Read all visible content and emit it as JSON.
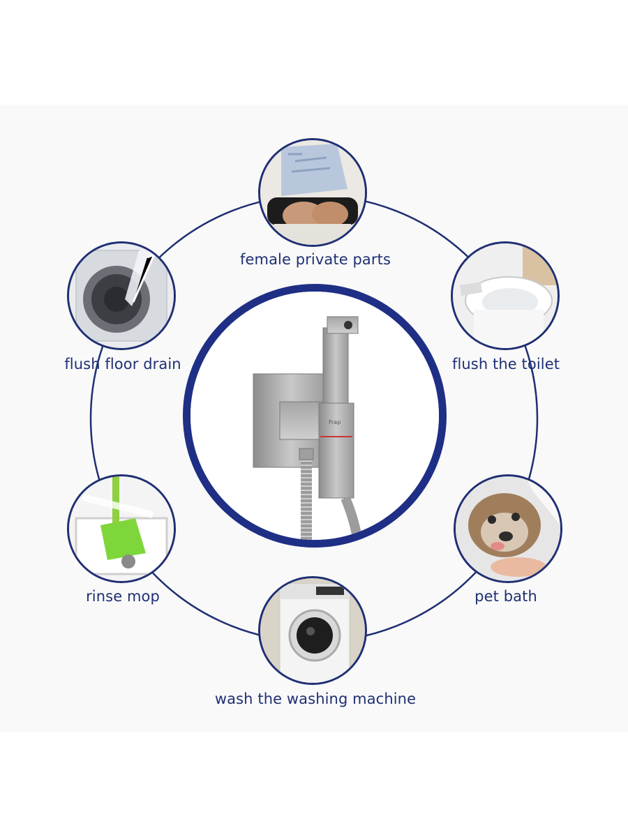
{
  "uses": [
    {
      "key": "female",
      "label": "female private parts"
    },
    {
      "key": "toilet",
      "label": "flush the toilet"
    },
    {
      "key": "pet",
      "label": "pet bath"
    },
    {
      "key": "washer",
      "label": "wash the washing machine"
    },
    {
      "key": "mop",
      "label": "rinse mop"
    },
    {
      "key": "drain",
      "label": "flush floor drain"
    }
  ],
  "product": {
    "brand_mark": "Frap"
  },
  "colors": {
    "ring": "#1f2f73",
    "center_ring": "#1f2f85",
    "label": "#1f2f73",
    "panel": "#f9f9f9"
  }
}
